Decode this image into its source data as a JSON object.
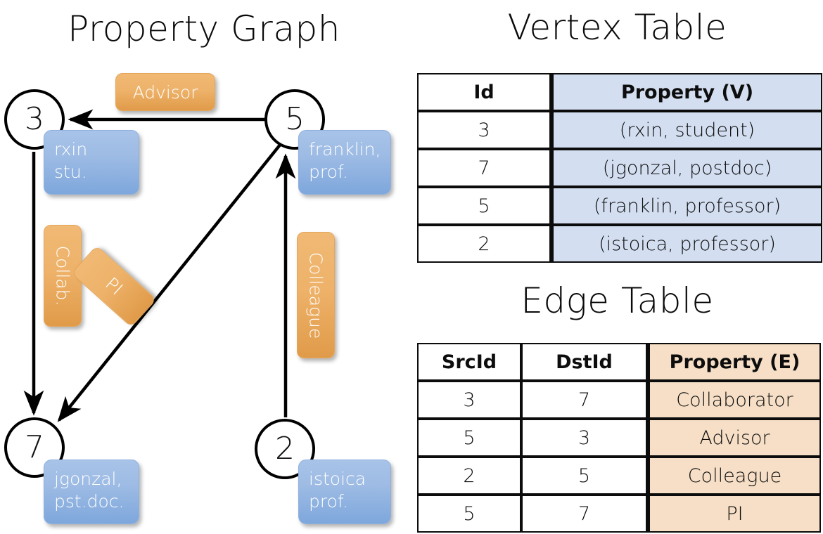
{
  "titles": {
    "property_graph": "Property Graph",
    "vertex_table": "Vertex Table",
    "edge_table": "Edge Table"
  },
  "colors": {
    "vertex_property_fill": "#d3dff1",
    "edge_property_fill": "#f6dfc6",
    "vertex_box_fill": "#9dbbe4",
    "edge_label_fill": "#eeb26a",
    "stroke": "#000000",
    "background": "#ffffff"
  },
  "graph": {
    "nodes": [
      {
        "id": "3",
        "property": "rxin\nstu.",
        "property_line1": "rxin",
        "property_line2": "stu."
      },
      {
        "id": "5",
        "property": "franklin,\nprof.",
        "property_line1": "franklin,",
        "property_line2": "prof."
      },
      {
        "id": "7",
        "property": "jgonzal,\npst.doc.",
        "property_line1": "jgonzal,",
        "property_line2": "pst.doc."
      },
      {
        "id": "2",
        "property": "istoica\nprof.",
        "property_line1": "istoica",
        "property_line2": "prof."
      }
    ],
    "edge_labels": [
      {
        "name": "advisor",
        "text": "Advisor",
        "orientation": "horizontal"
      },
      {
        "name": "collab",
        "text": "Collab.",
        "orientation": "vertical"
      },
      {
        "name": "pi",
        "text": "PI",
        "orientation": "diagonal"
      },
      {
        "name": "colleague",
        "text": "Colleague",
        "orientation": "vertical"
      }
    ],
    "edges": [
      {
        "from": "5",
        "to": "3",
        "label": "Advisor"
      },
      {
        "from": "3",
        "to": "7",
        "label": "Collab."
      },
      {
        "from": "5",
        "to": "7",
        "label": "PI"
      },
      {
        "from": "2",
        "to": "5",
        "label": "Colleague"
      }
    ]
  },
  "vertex_table": {
    "headers": [
      "Id",
      "Property (V)"
    ],
    "rows": [
      {
        "id": "3",
        "property": "(rxin, student)"
      },
      {
        "id": "7",
        "property": "(jgonzal, postdoc)"
      },
      {
        "id": "5",
        "property": "(franklin, professor)"
      },
      {
        "id": "2",
        "property": "(istoica, professor)"
      }
    ]
  },
  "edge_table": {
    "headers": [
      "SrcId",
      "DstId",
      "Property (E)"
    ],
    "rows": [
      {
        "src": "3",
        "dst": "7",
        "property": "Collaborator"
      },
      {
        "src": "5",
        "dst": "3",
        "property": "Advisor"
      },
      {
        "src": "2",
        "dst": "5",
        "property": "Colleague"
      },
      {
        "src": "5",
        "dst": "7",
        "property": "PI"
      }
    ]
  }
}
